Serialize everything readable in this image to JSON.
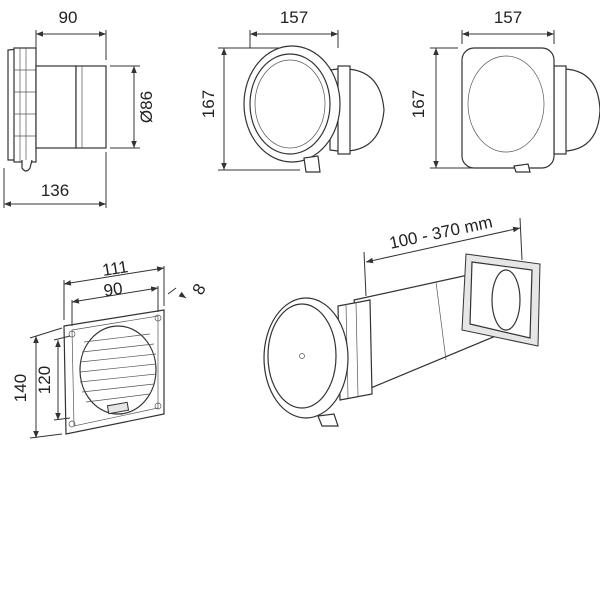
{
  "views": {
    "side": {
      "width_label": "90",
      "diameter_label": "Ø86",
      "depth_label": "136"
    },
    "front_round": {
      "width_label": "157",
      "height_label": "167"
    },
    "front_square": {
      "width_label": "157",
      "height_label": "167"
    },
    "grille": {
      "outer_width_label": "111",
      "inner_width_label": "90",
      "thickness_label": "8",
      "outer_height_label": "140",
      "inner_height_label": "120"
    },
    "assembly": {
      "length_label": "100 - 370 mm"
    }
  }
}
